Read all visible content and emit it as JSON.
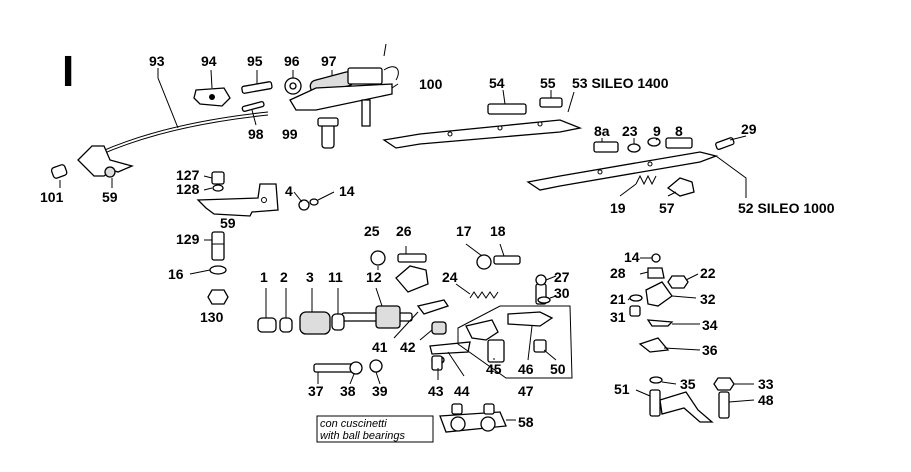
{
  "section": "I",
  "note": {
    "line1": "con cuscinetti",
    "line2": "with ball bearings"
  },
  "labels": {
    "n1": "1",
    "n2": "2",
    "n3": "3",
    "n4": "4",
    "n8": "8",
    "n8a": "8a",
    "n9": "9",
    "n11": "11",
    "n12": "12",
    "n14a": "14",
    "n14b": "14",
    "n16": "16",
    "n17": "17",
    "n18": "18",
    "n19": "19",
    "n21": "21",
    "n22": "22",
    "n23": "23",
    "n24": "24",
    "n25": "25",
    "n26": "26",
    "n27": "27",
    "n28": "28",
    "n29": "29",
    "n30": "30",
    "n31": "31",
    "n32": "32",
    "n33": "33",
    "n34": "34",
    "n35": "35",
    "n36": "36",
    "n37": "37",
    "n38": "38",
    "n39": "39",
    "n41": "41",
    "n42": "42",
    "n43": "43",
    "n44": "44",
    "n45": "45",
    "n46": "46",
    "n47": "47",
    "n48": "48",
    "n50": "50",
    "n51": "51",
    "n52": "52 SILEO 1000",
    "n53": "53 SILEO 1400",
    "n54": "54",
    "n55": "55",
    "n57": "57",
    "n58": "58",
    "n59a": "59",
    "n59b": "59",
    "n93": "93",
    "n94": "94",
    "n95": "95",
    "n96": "96",
    "n97": "97",
    "n98": "98",
    "n99": "99",
    "n100": "100",
    "n101": "101",
    "n127": "127",
    "n128": "128",
    "n129": "129",
    "n130": "130"
  }
}
